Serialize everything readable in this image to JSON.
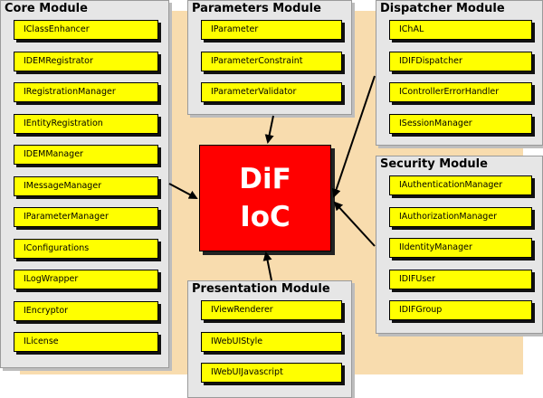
{
  "core_module": {
    "title": "Core Module",
    "items": [
      "IClassEnhancer",
      "IDEMRegistrator",
      "IRegistrationManager",
      "IEntityRegistration",
      "IDEMManager",
      "IMessageManager",
      "IParameterManager",
      "IConfigurations",
      "ILogWrapper",
      "IEncryptor",
      "ILicense"
    ]
  },
  "parameters_module": {
    "title": "Parameters Module",
    "items": [
      "IParameter",
      "IParameterConstraint",
      "IParameterValidator"
    ]
  },
  "dispatcher_module": {
    "title": "Dispatcher Module",
    "items": [
      "IChAL",
      "IDIFDispatcher",
      "IControllerErrorHandler",
      "ISessionManager"
    ]
  },
  "security_module": {
    "title": "Security Module",
    "items": [
      "IAuthenticationManager",
      "IAuthorizationManager",
      "IIdentityManager",
      "IDIFUser",
      "IDIFGroup"
    ]
  },
  "presentation_module": {
    "title": "Presentation Module",
    "items": [
      "IViewRenderer",
      "IWebUIStyle",
      "IWebUIJavascript"
    ]
  },
  "center": {
    "line1": "DiF",
    "line2": "IoC"
  },
  "colors": {
    "backdrop": "#f8dcae",
    "module_bg": "#e6e6e6",
    "item_bg": "#ffff00",
    "center_bg": "#ff0000",
    "center_text": "#ffffff"
  }
}
